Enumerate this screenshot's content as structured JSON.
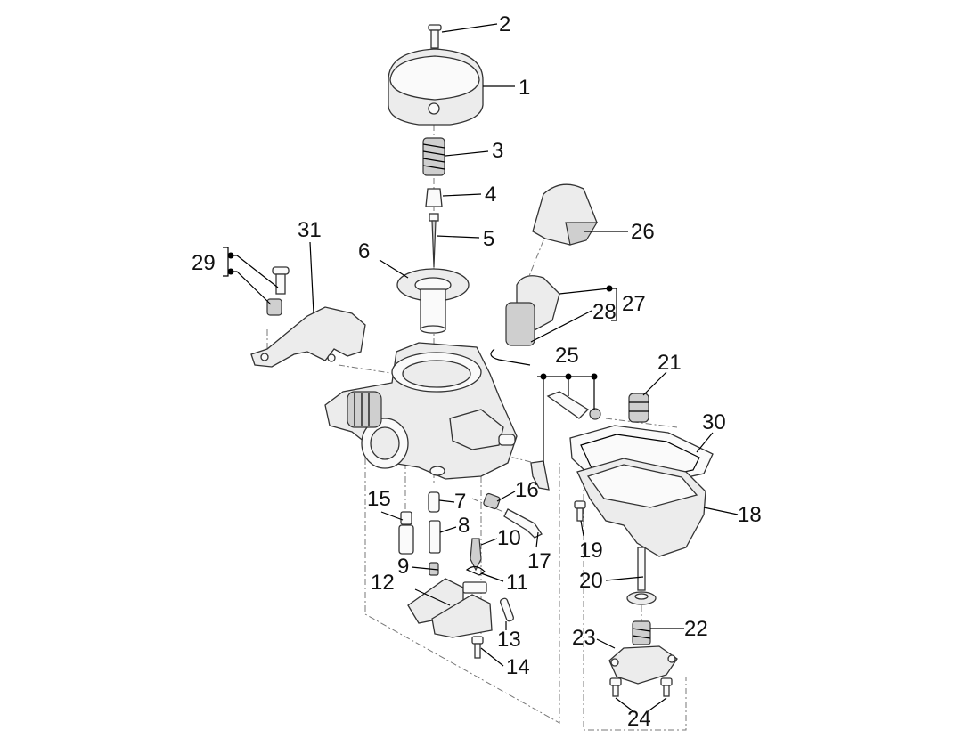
{
  "diagram": {
    "labels": {
      "l1": "1",
      "l2": "2",
      "l3": "3",
      "l4": "4",
      "l5": "5",
      "l6": "6",
      "l7": "7",
      "l8": "8",
      "l9": "9",
      "l10": "10",
      "l11": "11",
      "l12": "12",
      "l13": "13",
      "l14": "14",
      "l15": "15",
      "l16": "16",
      "l17": "17",
      "l18": "18",
      "l19": "19",
      "l20": "20",
      "l21": "21",
      "l22": "22",
      "l23": "23",
      "l24": "24",
      "l25": "25",
      "l26": "26",
      "l27": "27",
      "l28": "28",
      "l29": "29",
      "l30": "30",
      "l31": "31"
    }
  }
}
